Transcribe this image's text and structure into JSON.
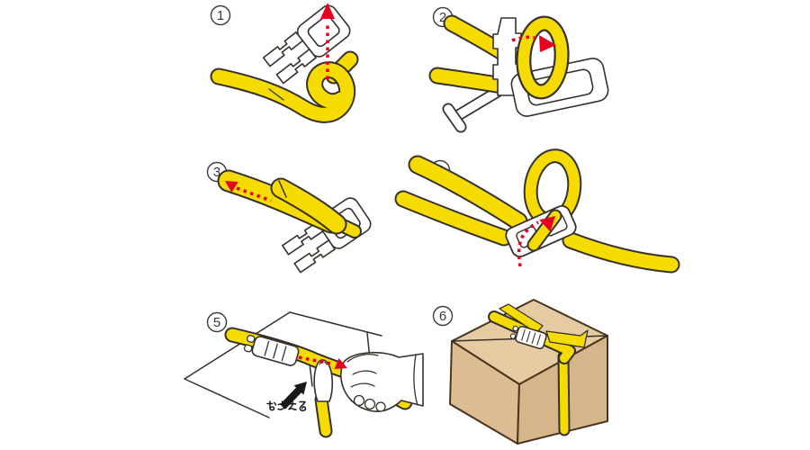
{
  "steps": [
    {
      "number": "1"
    },
    {
      "number": "2"
    },
    {
      "number": "3"
    },
    {
      "number": "4"
    },
    {
      "number": "5"
    },
    {
      "number": "6"
    }
  ],
  "labels": {
    "press": "おさえる"
  },
  "colors": {
    "strap_yellow": "#F6DB00",
    "outline_dark": "#35312A",
    "arrow_red": "#E60020",
    "black_arrow": "#1A1A1A",
    "box_top": "#E5CAA2",
    "box_left": "#DCBD92",
    "box_right": "#D7B58A",
    "box_outline": "#4A3420",
    "badge_color": "#3A3A3A",
    "background": "#FFFFFF"
  }
}
